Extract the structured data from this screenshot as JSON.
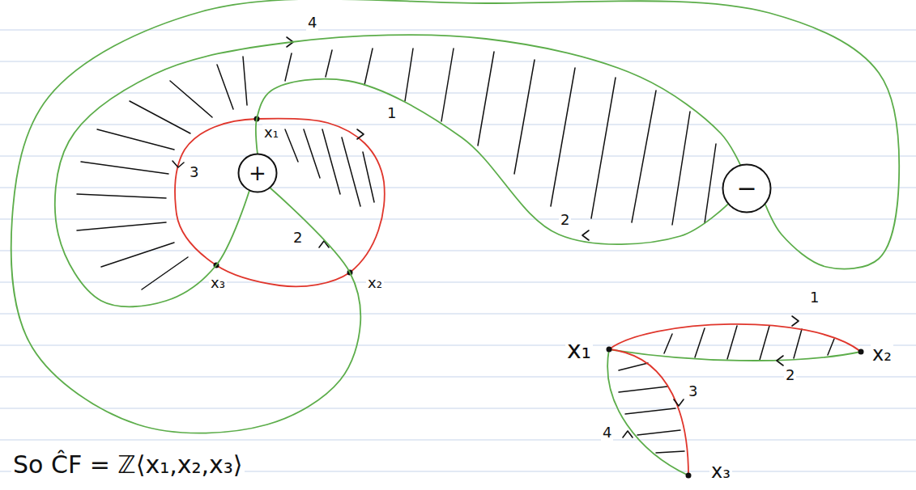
{
  "diagram": {
    "nodes": [
      {
        "text": [
          "+"
        ]
      },
      {
        "text": [
          "−"
        ]
      }
    ],
    "edges": [
      {
        "from": 0,
        "to": 1,
        "arrow": "none"
      },
      {
        "from": 0,
        "to": 1,
        "arrow": "none"
      },
      {
        "from": 0,
        "to": 1,
        "arrow": "none"
      }
    ],
    "labels": [
      "4",
      "x₁",
      "3",
      "1",
      "2",
      "x₂",
      "x₃",
      "2",
      "1",
      "x₁",
      "2",
      "x₂",
      "3",
      "4",
      "x₃",
      "So ĈF = ℤ⟨x₁,x₂,x₃⟩"
    ]
  }
}
